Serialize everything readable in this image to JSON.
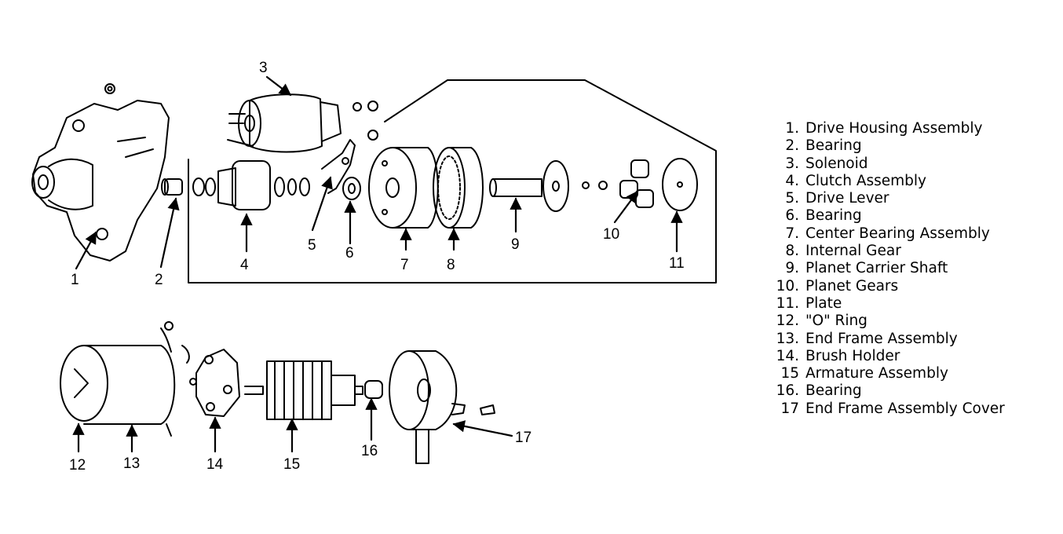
{
  "callouts": [
    "1",
    "2",
    "3",
    "4",
    "5",
    "6",
    "7",
    "8",
    "9",
    "10",
    "11",
    "12",
    "13",
    "14",
    "15",
    "16",
    "17"
  ],
  "legend": [
    {
      "num": "1.",
      "text": "Drive Housing Assembly"
    },
    {
      "num": "2.",
      "text": "Bearing"
    },
    {
      "num": "3.",
      "text": "Solenoid"
    },
    {
      "num": "4.",
      "text": "Clutch Assembly"
    },
    {
      "num": "5.",
      "text": "Drive Lever"
    },
    {
      "num": "6.",
      "text": "Bearing"
    },
    {
      "num": "7.",
      "text": "Center Bearing Assembly"
    },
    {
      "num": "8.",
      "text": "Internal Gear"
    },
    {
      "num": "9.",
      "text": "Planet Carrier Shaft"
    },
    {
      "num": "10.",
      "text": "Planet Gears"
    },
    {
      "num": "11.",
      "text": "Plate"
    },
    {
      "num": "12.",
      "text": "\"O\" Ring"
    },
    {
      "num": "13.",
      "text": "End Frame Assembly"
    },
    {
      "num": "14.",
      "text": "Brush Holder"
    },
    {
      "num": "15",
      "text": "Armature Assembly"
    },
    {
      "num": "16.",
      "text": "Bearing"
    },
    {
      "num": "17",
      "text": "End Frame Assembly Cover"
    }
  ]
}
